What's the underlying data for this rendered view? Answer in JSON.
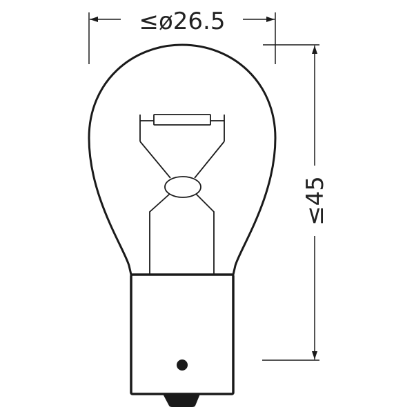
{
  "drawing": {
    "subject": "bulb",
    "width_dimension": "≤ø26.5",
    "height_dimension": "≤45",
    "line_color": "#1a1a1a"
  }
}
